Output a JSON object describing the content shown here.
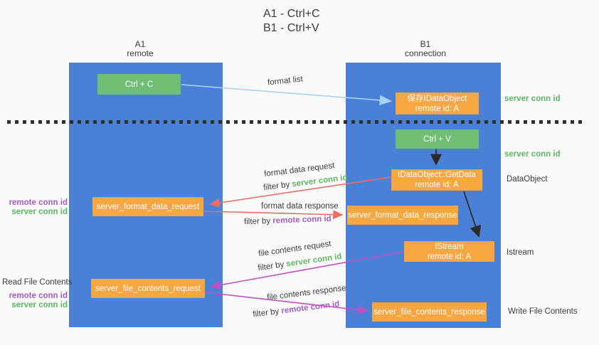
{
  "title": {
    "line1": "A1 - Ctrl+C",
    "line2": "B1 - Ctrl+V"
  },
  "columns": {
    "a1": {
      "name": "A1",
      "role": "remote"
    },
    "b1": {
      "name": "B1",
      "role": "connection"
    }
  },
  "nodes": {
    "ctrl_c": "Ctrl + C",
    "ctrl_v": "Ctrl + V",
    "save_idataobject": {
      "line1": "保存IDataObject",
      "line2": "remote id: A"
    },
    "getdata": {
      "line1": "IDataObject::GetData",
      "line2": "remote id: A"
    },
    "istream": {
      "line1": "IStream",
      "line2": "remote id: A"
    },
    "format_request": "server_format_data_request",
    "format_response": "server_format_data_response",
    "file_request": "server_file_contents_request",
    "file_response": "server_file_contents_response"
  },
  "flow_labels": {
    "format_list": "format list",
    "format_data_request": "format data request",
    "format_data_response": "format data response",
    "file_contents_request": "file contents request",
    "file_contents_response": "file contents response",
    "filter_by": "filter by",
    "server_conn_id": "server conn id",
    "remote_conn_id": "remote conn id"
  },
  "side_labels": {
    "right_server_conn_id_1": "server conn id",
    "right_server_conn_id_2": "server conn id",
    "dataobject": "DataObject",
    "istream": "Istream",
    "write_file_contents": "Write File Contents",
    "read_file_contents": "Read File Contents",
    "left_remote_conn_id_1": "remote conn id",
    "left_server_conn_id_1": "server conn id",
    "left_remote_conn_id_2": "remote conn id",
    "left_server_conn_id_2": "server conn id"
  },
  "colors": {
    "column_blue": "#4a81d6",
    "node_green": "#6fbe73",
    "node_orange": "#f7a742",
    "arrow_red": "#ed6d63",
    "arrow_magenta": "#bf4fc5",
    "arrow_lightblue": "#a9d2f2",
    "arrow_black": "#2a2a2a",
    "text_green": "#5cb860",
    "text_purple": "#a75bc8",
    "divider": "#2e2e2e"
  }
}
